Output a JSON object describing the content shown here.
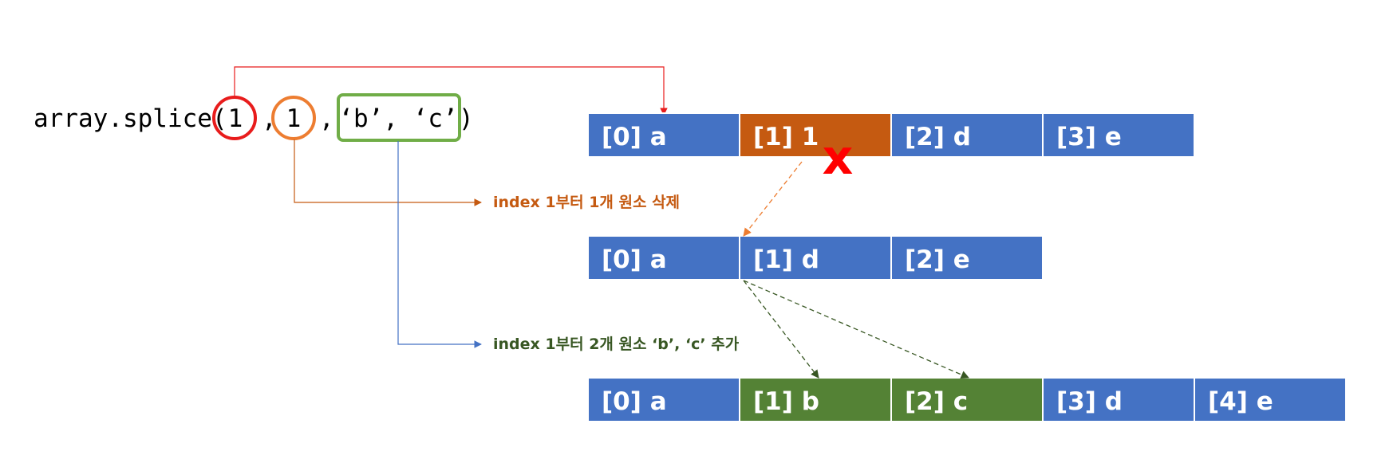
{
  "code": {
    "prefix": "array.splice(",
    "arg1": "1",
    "comma1": ",",
    "arg2": "1",
    "comma2": ",",
    "arg3": "‘b’, ‘c’",
    "suffix": ")"
  },
  "colors": {
    "cell_blue": "#4472C4",
    "cell_removed": "#C55A11",
    "cell_inserted": "#548235",
    "arg1_circle": "#E81C1C",
    "arg2_circle": "#ED7D31",
    "arg3_box": "#70AD47",
    "connector_red": "#E81C1C",
    "connector_orange": "#C55A11",
    "connector_blue": "#4472C4",
    "note_orange": "#C55A11",
    "note_green": "#385723",
    "dashed_orange": "#ED7D31",
    "dashed_green": "#385723",
    "remove_mark": "#FF0000"
  },
  "arrays": [
    {
      "id": "original",
      "cells": [
        "[0] a",
        "[1] 1",
        "[2] d",
        "[3] e"
      ],
      "removed_index": 1
    },
    {
      "id": "after-delete",
      "cells": [
        "[0] a",
        "[1] d",
        "[2] e"
      ]
    },
    {
      "id": "after-insert",
      "cells": [
        "[0] a",
        "[1] b",
        "[2] c",
        "[3] d",
        "[4] e"
      ],
      "inserted_indices": [
        1,
        2
      ]
    }
  ],
  "annotations": {
    "delete_note": "index 1부터 1개 원소 삭제",
    "insert_note": "index 1부터 2개 원소 ‘b’, ‘c’ 추가",
    "remove_mark": "x"
  }
}
